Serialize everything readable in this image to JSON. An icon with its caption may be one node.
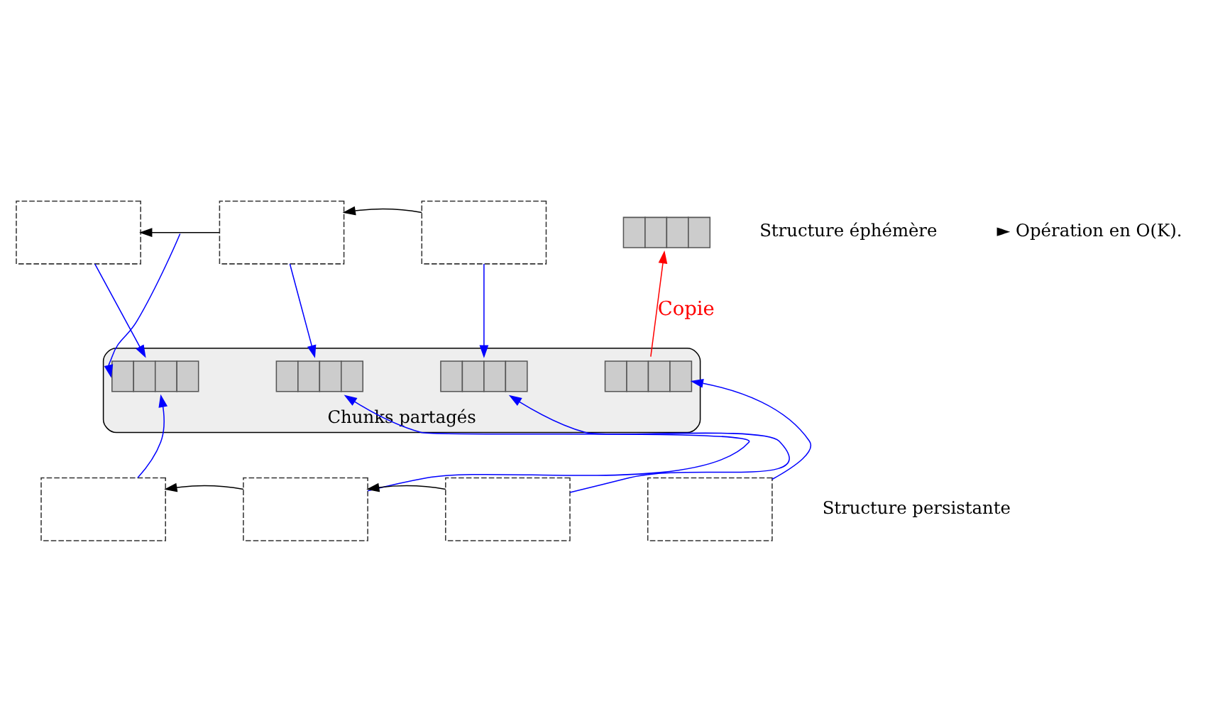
{
  "diagram": {
    "nodes": [
      {
        "text": [
          "Chunks partagés"
        ]
      },
      {
        "text": [],
        "shape": "bar",
        "in": 0
      },
      {
        "text": [],
        "shape": "bar",
        "in": 0
      },
      {
        "text": [],
        "shape": "bar",
        "in": 0
      },
      {
        "text": [],
        "shape": "bar",
        "in": 0
      },
      {
        "text": [],
        "shape": "bar"
      },
      {
        "text": [],
        "shape": "box"
      },
      {
        "text": [],
        "shape": "box"
      },
      {
        "text": [],
        "shape": "box"
      },
      {
        "text": [],
        "shape": "box"
      },
      {
        "text": [],
        "shape": "box"
      },
      {
        "text": [],
        "shape": "box"
      },
      {
        "text": [],
        "shape": "box"
      }
    ],
    "edges": [
      {
        "from": 7,
        "to": 6,
        "arrow": "to",
        "color": "#000000"
      },
      {
        "from": 8,
        "to": 7,
        "arrow": "to",
        "color": "#000000"
      },
      {
        "from": 6,
        "to": 1,
        "arrow": "to"
      },
      {
        "from": 7,
        "to": 2,
        "arrow": "to"
      },
      {
        "from": 8,
        "to": 3,
        "arrow": "to"
      },
      {
        "from": null,
        "to": 1,
        "arrow": "to"
      },
      {
        "from": 4,
        "to": 5,
        "arrow": "to",
        "label": "Copie",
        "color": "#ff0000"
      },
      {
        "from": 9,
        "to": 1,
        "arrow": "to"
      },
      {
        "from": 10,
        "to": 2,
        "arrow": "to"
      },
      {
        "from": 11,
        "to": 3,
        "arrow": "to"
      },
      {
        "from": 12,
        "to": 4,
        "arrow": "to"
      },
      {
        "from": 10,
        "to": 9,
        "arrow": "to",
        "color": "#000000"
      },
      {
        "from": 11,
        "to": 10,
        "arrow": "to",
        "color": "#000000"
      }
    ],
    "labels": [
      "Structure éphémère",
      "► Opération en O(K).",
      "Structure persistante"
    ]
  }
}
